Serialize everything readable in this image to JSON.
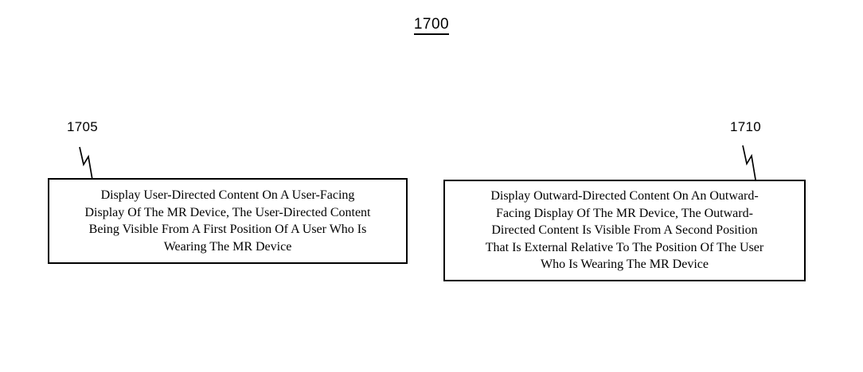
{
  "figure": {
    "number": "1700"
  },
  "nodes": [
    {
      "ref": "1705",
      "text": "Display User-Directed Content On A User-Facing Display Of The MR Device, The User-Directed Content Being Visible From A First Position Of A User Who Is Wearing The MR Device",
      "lines": [
        "Display User-Directed Content On A User-Facing",
        "Display Of The MR Device, The User-Directed Content",
        "Being Visible From A First Position Of A User Who Is",
        "Wearing The MR Device"
      ]
    },
    {
      "ref": "1710",
      "text": "Display Outward-Directed Content On An Outward-Facing Display Of The MR Device, The Outward-Directed Content Is Visible From A Second Position That Is External Relative To The Position Of The User Who Is Wearing The MR Device",
      "lines": [
        "Display Outward-Directed Content On An Outward-",
        "Facing Display Of The MR Device, The Outward-",
        "Directed Content Is Visible From A Second Position",
        "That Is External Relative To The Position Of The User",
        "Who Is Wearing The MR Device"
      ]
    }
  ],
  "colors": {
    "ink": "#000000",
    "paper": "#ffffff"
  }
}
